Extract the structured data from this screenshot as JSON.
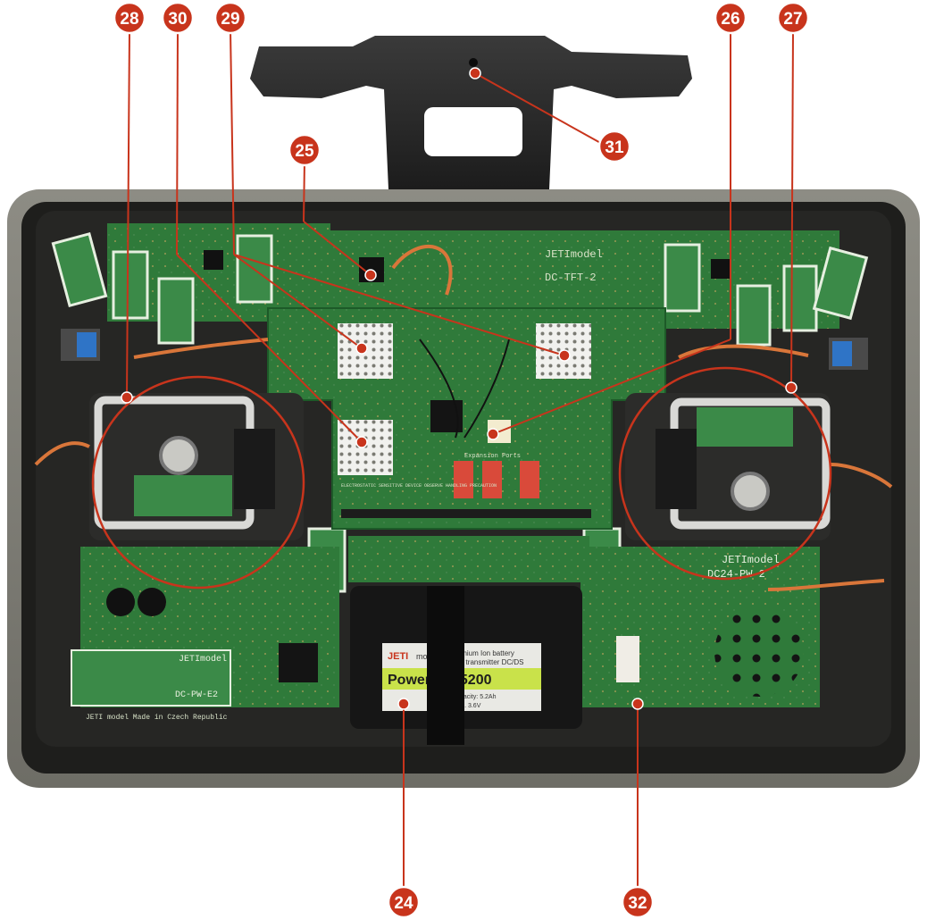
{
  "accent_color": "#c8341c",
  "pcb_color": "#2f7a3a",
  "callouts": [
    "24",
    "25",
    "26",
    "27",
    "28",
    "29",
    "30",
    "31",
    "32"
  ],
  "board_labels": {
    "tft": "DC-TFT-2",
    "tft_brand": "JETImodel",
    "pw2_brand": "JETImodel",
    "pw2_name": "DC24-PW-2",
    "pwe2_brand": "JETImodel",
    "pwe2_name": "DC-PW-E2",
    "made_in": "JETI model   Made in Czech Republic",
    "expansion": "Expansion Ports",
    "esd_warning": "ELECTROSTATIC SENSITIVE DEVICE  OBSERVE HANDLING PRECAUTION"
  },
  "battery": {
    "brand_top": "JETI",
    "brand_bottom": "model",
    "title": "Power Ion 5200",
    "line1": "Lithium Ion battery",
    "line2": "for transmitter DC/DS",
    "line3": "Nominal capacity: 5.2Ah",
    "line4": "Charge: max. 3.6V"
  }
}
